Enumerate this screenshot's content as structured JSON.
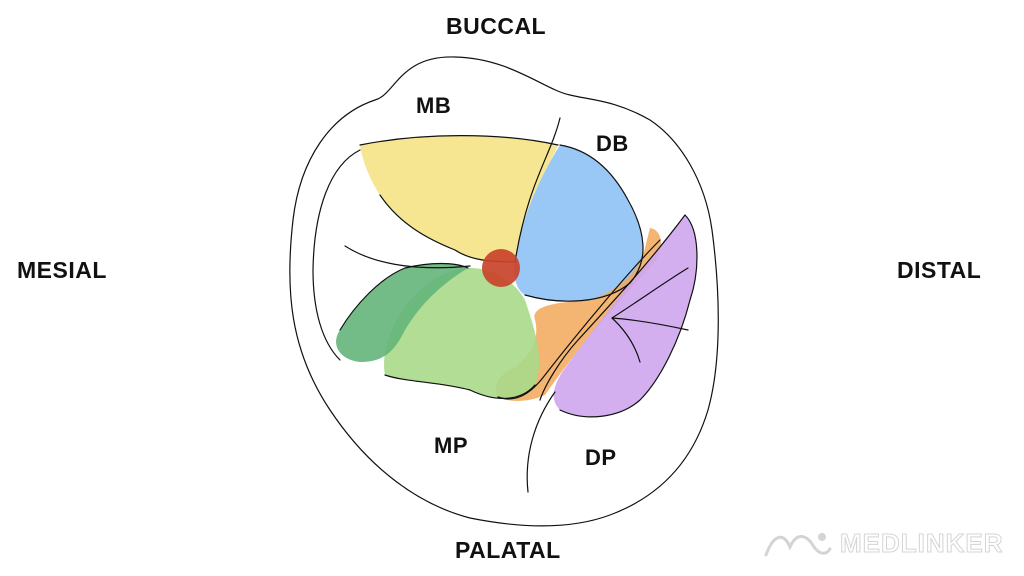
{
  "directions": {
    "top": "BUCCAL",
    "bottom": "PALATAL",
    "left": "MESIAL",
    "right": "DISTAL"
  },
  "cusps": {
    "mb": "MB",
    "db": "DB",
    "mp": "MP",
    "dp": "DP"
  },
  "watermark": {
    "text": "MEDLINKER",
    "logo_icon": "medlinker-logo-icon"
  },
  "colors": {
    "outline": "#111111",
    "mb_region": "#f5e27e",
    "db_region": "#8fc2f5",
    "mp_region": "#a9d98a",
    "mesial_ridge": "#64b57a",
    "distal_ridge": "#f2a85a",
    "dp_region": "#cfa6ee",
    "central_pit": "#c9432a"
  }
}
